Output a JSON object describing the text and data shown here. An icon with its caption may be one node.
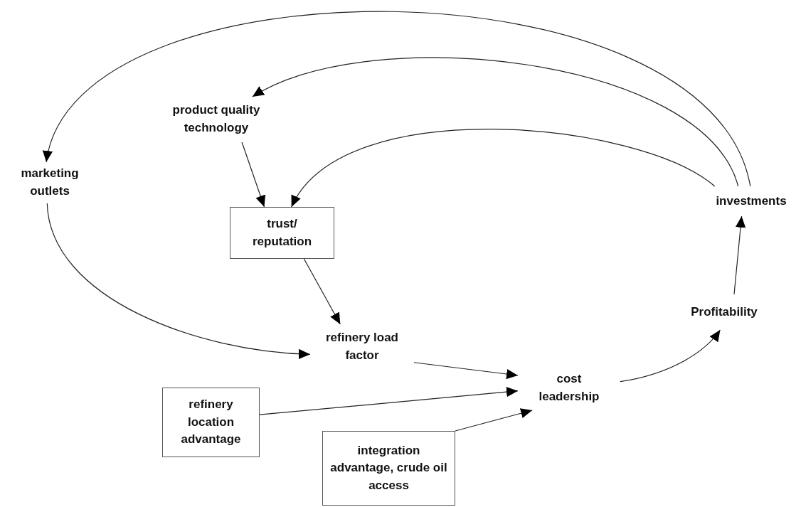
{
  "diagram": {
    "nodes": [
      {
        "text": [
          "marketing outlets"
        ]
      },
      {
        "text": [
          "product quality technology"
        ]
      },
      {
        "text": [
          "trust/ reputation"
        ]
      },
      {
        "text": [
          "refinery load factor"
        ]
      },
      {
        "text": [
          "cost leadership"
        ]
      },
      {
        "text": [
          "Profitability"
        ]
      },
      {
        "text": [
          "investments"
        ]
      },
      {
        "text": [
          "refinery location advantage"
        ]
      },
      {
        "text": [
          "integration advantage, crude oil access"
        ]
      }
    ],
    "edges": [
      {
        "from": 6,
        "to": 0,
        "arrow": "to"
      },
      {
        "from": 6,
        "to": 1,
        "arrow": "to"
      },
      {
        "from": 6,
        "to": 2,
        "arrow": "to"
      },
      {
        "from": 1,
        "to": 2,
        "arrow": "to"
      },
      {
        "from": 2,
        "to": 3,
        "arrow": "to"
      },
      {
        "from": 0,
        "to": 3,
        "arrow": "to"
      },
      {
        "from": 3,
        "to": 4,
        "arrow": "to"
      },
      {
        "from": 7,
        "to": 4,
        "arrow": "to"
      },
      {
        "from": 8,
        "to": 4,
        "arrow": "to"
      },
      {
        "from": 4,
        "to": 5,
        "arrow": "to"
      },
      {
        "from": 5,
        "to": 6,
        "arrow": "to"
      }
    ]
  }
}
